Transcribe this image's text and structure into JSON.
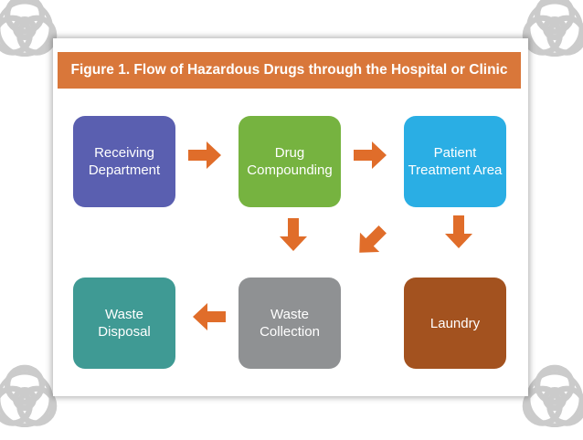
{
  "title": "Figure 1. Flow of Hazardous Drugs through the Hospital or Clinic",
  "boxes": {
    "receiving": {
      "line1": "Receiving",
      "line2": "Department",
      "color": "#5a5fb0"
    },
    "compounding": {
      "line1": "Drug",
      "line2": "Compounding",
      "color": "#76b340"
    },
    "patient": {
      "line1": "Patient",
      "line2": "Treatment Area",
      "color": "#2aaee4"
    },
    "disposal": {
      "line1": "Waste",
      "line2": "Disposal",
      "color": "#3f9a94"
    },
    "collection": {
      "line1": "Waste",
      "line2": "Collection",
      "color": "#8f9193"
    },
    "laundry": {
      "line1": "Laundry",
      "color": "#a3521f"
    }
  },
  "colors": {
    "title_bar": "#d9773a",
    "arrow": "#e06d2a",
    "hazard_symbol": "#cccccc"
  },
  "icons": [
    "biohazard-icon",
    "arrow-icon"
  ]
}
